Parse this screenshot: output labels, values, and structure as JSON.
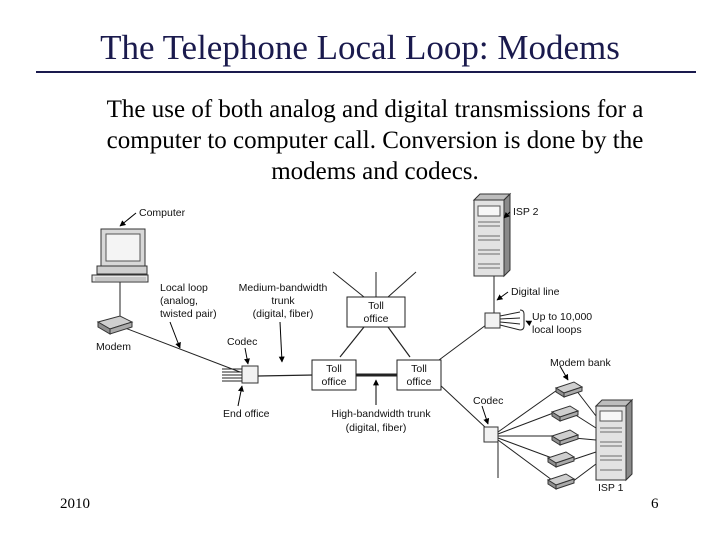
{
  "slide": {
    "title": "The Telephone Local Loop: Modems",
    "body_lines": [
      "The use of both analog and digital transmissions for a",
      "computer to computer call.  Conversion is done by the",
      "modems and codecs."
    ],
    "footer_year": "2010",
    "page_number": "6"
  },
  "diagram": {
    "labels": {
      "computer": "Computer",
      "local_loop": [
        "Local loop",
        "(analog,",
        "twisted pair)"
      ],
      "medium_trunk": [
        "Medium-bandwidth",
        "trunk",
        "(digital, fiber)"
      ],
      "modem": "Modem",
      "codec_left": "Codec",
      "end_office": "End office",
      "high_trunk": [
        "High-bandwidth trunk",
        "(digital, fiber)"
      ],
      "codec_right": "Codec",
      "isp2": "ISP 2",
      "digital_line": "Digital line",
      "local_loops": [
        "Up to 10,000",
        "local loops"
      ],
      "modem_bank": "Modem bank",
      "isp1": "ISP 1"
    },
    "offices": {
      "top": [
        "Toll",
        "office"
      ],
      "left": [
        "Toll",
        "office"
      ],
      "right": [
        "Toll",
        "office"
      ]
    }
  }
}
